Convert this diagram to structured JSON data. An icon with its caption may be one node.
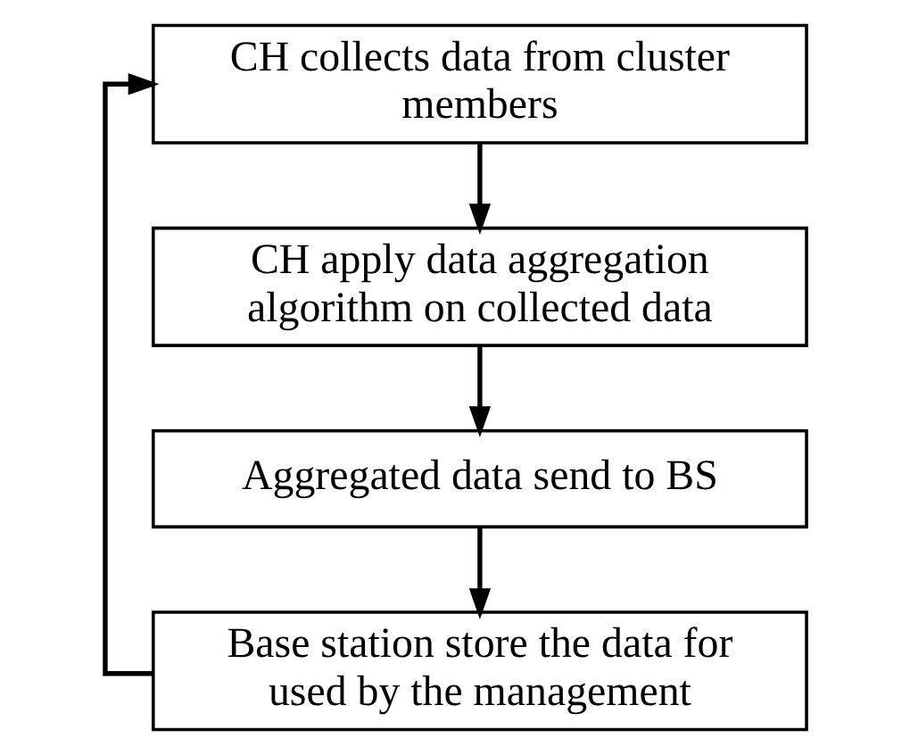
{
  "diagram": {
    "nodes": [
      {
        "text": [
          "CH collects data from cluster members"
        ]
      },
      {
        "text": [
          "CH apply data aggregation algorithm on collected data"
        ]
      },
      {
        "text": [
          "Aggregated data send to BS"
        ]
      },
      {
        "text": [
          "Base station store the data for used by the management"
        ]
      }
    ],
    "edges": [
      {
        "from": 0,
        "to": 1,
        "arrow": "to"
      },
      {
        "from": 1,
        "to": 2,
        "arrow": "to"
      },
      {
        "from": 2,
        "to": 3,
        "arrow": "to"
      },
      {
        "from": 3,
        "to": 0,
        "arrow": "to"
      }
    ]
  }
}
